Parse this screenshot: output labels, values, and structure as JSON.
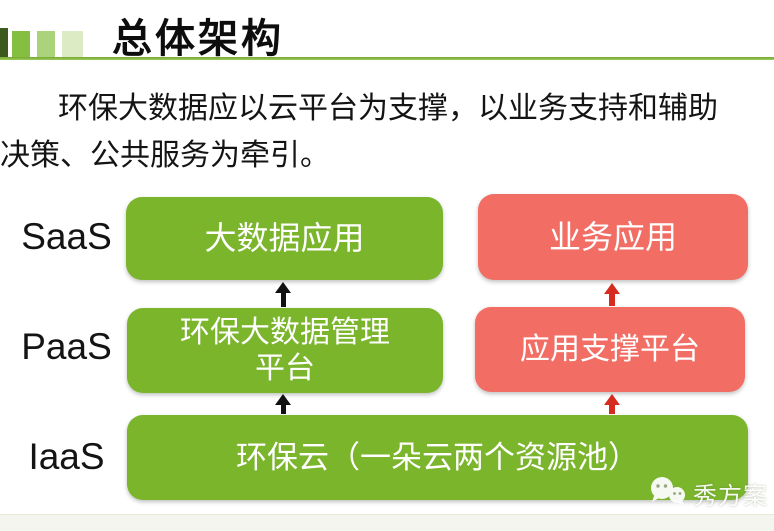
{
  "slide": {
    "title": "总体架构",
    "intro": "环保大数据应以云平台为支撑，以业务支持和辅助\n决策、公共服务为牵引。",
    "watermark": {
      "brand": "秀方案",
      "icon": "wechat-icon"
    }
  },
  "layers": [
    {
      "label": "SaaS",
      "boxes": [
        {
          "text": "大数据应用",
          "color": "green"
        },
        {
          "text": "业务应用",
          "color": "red"
        }
      ]
    },
    {
      "label": "PaaS",
      "boxes": [
        {
          "text": "环保大数据管理\n平台",
          "color": "green"
        },
        {
          "text": "应用支撑平台",
          "color": "red"
        }
      ]
    },
    {
      "label": "IaaS",
      "boxes": [
        {
          "text": "环保云（一朵云两个资源池）",
          "color": "green"
        }
      ]
    }
  ],
  "arrows": [
    {
      "from": "paas-green",
      "to": "saas-green",
      "direction": "up",
      "color": "#111111"
    },
    {
      "from": "iaas-green",
      "to": "paas-green",
      "direction": "up",
      "color": "#111111"
    },
    {
      "from": "paas-red",
      "to": "saas-red",
      "direction": "up",
      "color": "#d62b1f"
    },
    {
      "from": "iaas-green",
      "to": "paas-red",
      "direction": "up",
      "color": "#d62b1f"
    }
  ],
  "colors": {
    "box_green": "#7ab52c",
    "box_red": "#f26d64",
    "arrow_black": "#111111",
    "arrow_red": "#d62b1f",
    "header_underline": "#8cc63f",
    "header_squares": [
      "#3d5a1e",
      "#85bf41",
      "#abd37b",
      "#dcebc4"
    ],
    "bottom_band": "#f3f5ee"
  }
}
